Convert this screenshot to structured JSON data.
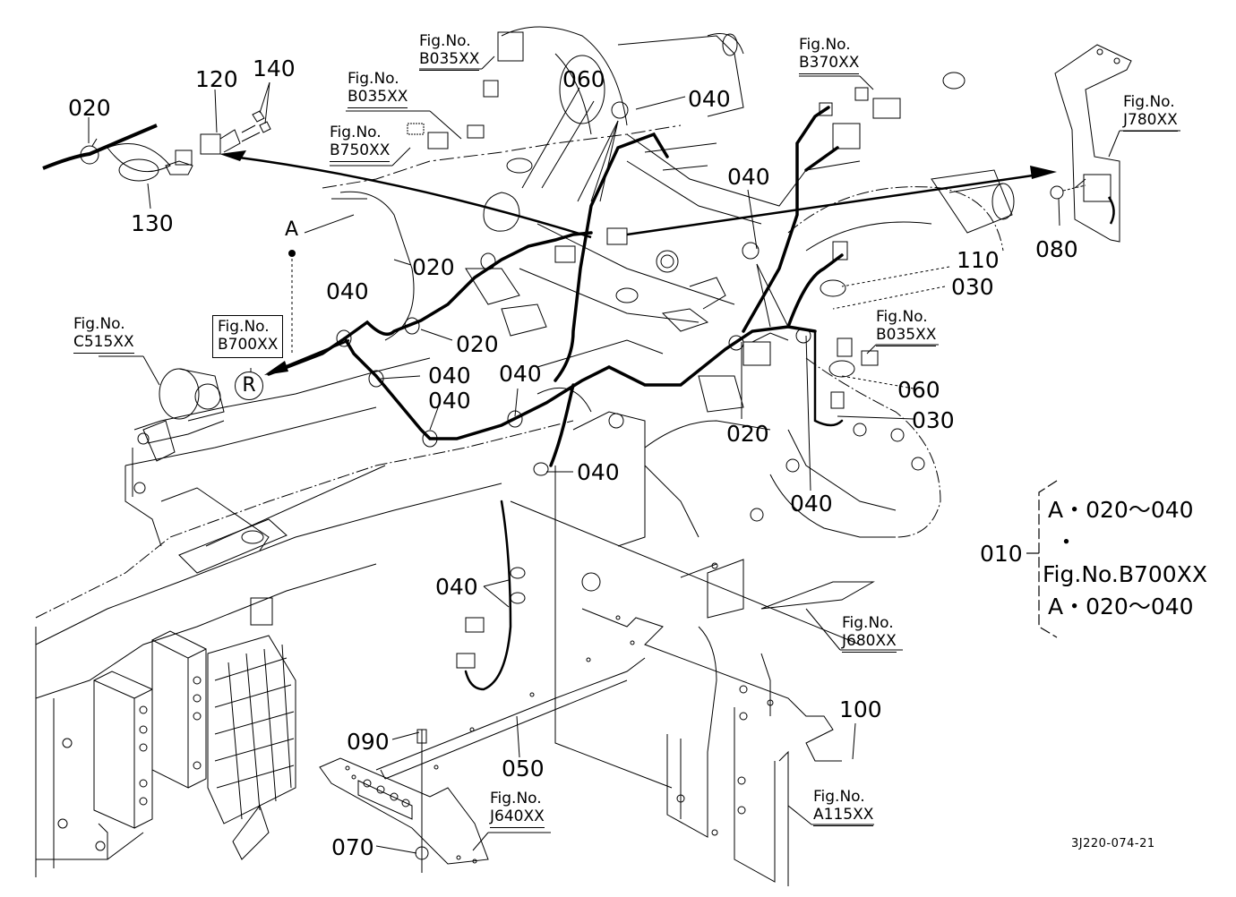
{
  "diagram": {
    "type": "exploded parts illustration",
    "subject": "wiring harness and brackets on tractor transmission housing",
    "document_code": "3J220-074-21",
    "part_callouts": [
      {
        "id": "c-020-a",
        "number": "020"
      },
      {
        "id": "c-120",
        "number": "120"
      },
      {
        "id": "c-140",
        "number": "140"
      },
      {
        "id": "c-130",
        "number": "130"
      },
      {
        "id": "c-060-a",
        "number": "060"
      },
      {
        "id": "c-040-a",
        "number": "040"
      },
      {
        "id": "c-040-b",
        "number": "040"
      },
      {
        "id": "c-080",
        "number": "080"
      },
      {
        "id": "c-110",
        "number": "110"
      },
      {
        "id": "c-030-a",
        "number": "030"
      },
      {
        "id": "c-020-b",
        "number": "020"
      },
      {
        "id": "c-040-c",
        "number": "040"
      },
      {
        "id": "c-020-c",
        "number": "020"
      },
      {
        "id": "c-040-d",
        "number": "040"
      },
      {
        "id": "c-040-e",
        "number": "040"
      },
      {
        "id": "c-040-f",
        "number": "040"
      },
      {
        "id": "c-060-b",
        "number": "060"
      },
      {
        "id": "c-030-b",
        "number": "030"
      },
      {
        "id": "c-020-d",
        "number": "020"
      },
      {
        "id": "c-040-g",
        "number": "040"
      },
      {
        "id": "c-040-h",
        "number": "040"
      },
      {
        "id": "c-040-i",
        "number": "040"
      },
      {
        "id": "c-010",
        "number": "010"
      },
      {
        "id": "c-100",
        "number": "100"
      },
      {
        "id": "c-090",
        "number": "090"
      },
      {
        "id": "c-050",
        "number": "050"
      },
      {
        "id": "c-070",
        "number": "070"
      }
    ],
    "figure_refs": [
      {
        "id": "f-b035-top",
        "line1": "Fig.No.",
        "line2": "B035XX"
      },
      {
        "id": "f-b035-mid",
        "line1": "Fig.No.",
        "line2": "B035XX"
      },
      {
        "id": "f-b750",
        "line1": "Fig.No.",
        "line2": "B750XX"
      },
      {
        "id": "f-b370",
        "line1": "Fig.No.",
        "line2": "B370XX"
      },
      {
        "id": "f-j780",
        "line1": "Fig.No.",
        "line2": "J780XX"
      },
      {
        "id": "f-b035-right",
        "line1": "Fig.No.",
        "line2": "B035XX"
      },
      {
        "id": "f-c515",
        "line1": "Fig.No.",
        "line2": "C515XX"
      },
      {
        "id": "f-b700",
        "line1": "Fig.No.",
        "line2": "B700XX",
        "marker": "R"
      },
      {
        "id": "f-j680",
        "line1": "Fig.No.",
        "line2": "J680XX"
      },
      {
        "id": "f-a115",
        "line1": "Fig.No.",
        "line2": "A115XX"
      },
      {
        "id": "f-j640",
        "line1": "Fig.No.",
        "line2": "J640XX"
      }
    ],
    "view_marker": "A",
    "assembly_note": {
      "part": "010",
      "lines": [
        "A・020～040",
        "・",
        "Fig.No.B700XX",
        "A・020～040"
      ]
    }
  }
}
